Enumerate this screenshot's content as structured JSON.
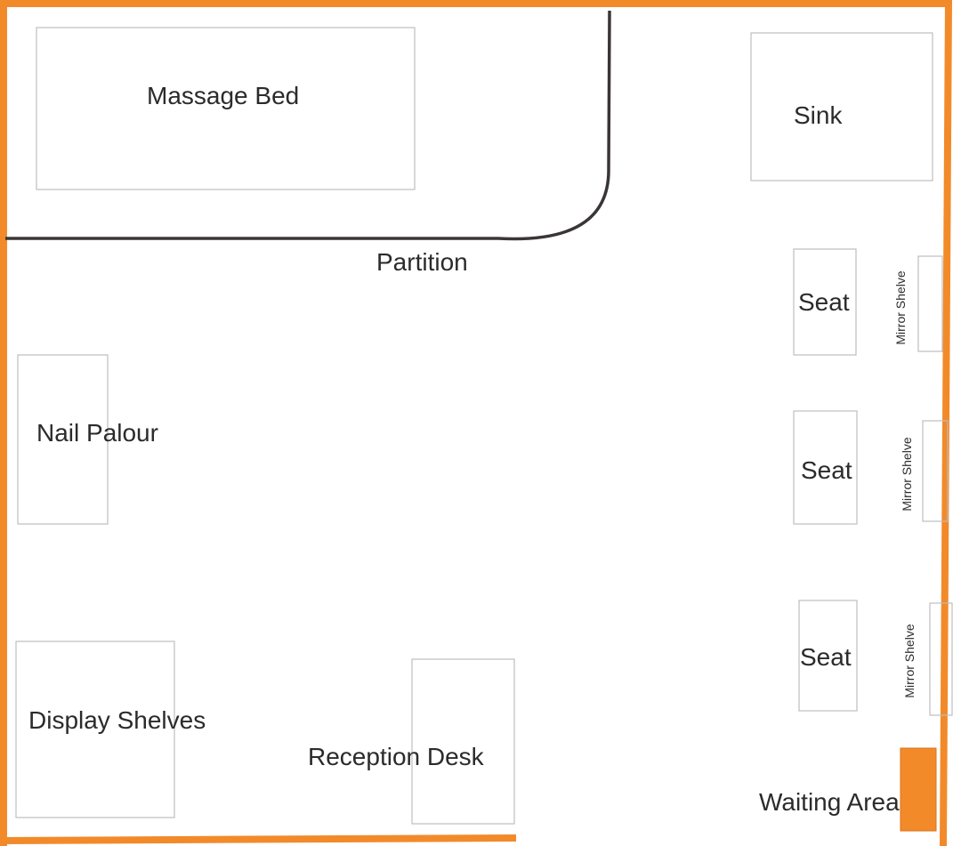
{
  "colors": {
    "wall": "#F28A2A",
    "partition": "#3a3536",
    "furniture_outline": "#bdbdbd",
    "waiting_area_fill": "#F28A2A",
    "text": "#2b2b2b"
  },
  "labels": {
    "massage_bed": "Massage Bed",
    "sink": "Sink",
    "partition": "Partition",
    "seat_1": "Seat",
    "seat_2": "Seat",
    "seat_3": "Seat",
    "mirror_shelve_1": "Mirror Shelve",
    "mirror_shelve_2": "Mirror Shelve",
    "mirror_shelve_3": "Mirror Shelve",
    "nail_palour": "Nail Palour",
    "display_shelves": "Display Shelves",
    "reception_desk": "Reception Desk",
    "waiting_area": "Waiting Area"
  }
}
